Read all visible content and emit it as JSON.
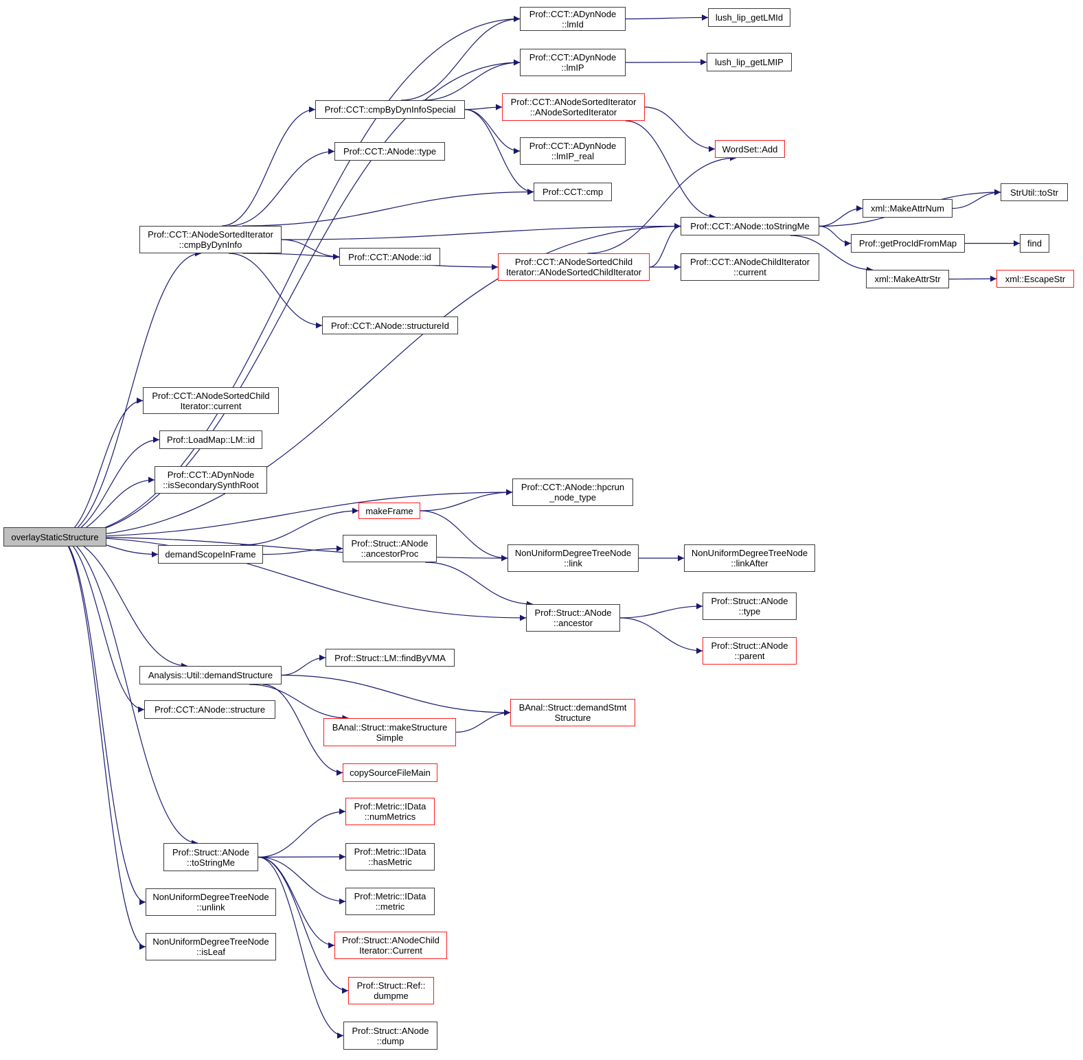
{
  "graph": {
    "title": "overlayStaticStructure",
    "edge_color": "#191970",
    "colors": {
      "normal_border": "#3b3b3b",
      "truncated_border": "#ff1a1a",
      "root_fill": "#bfbfbf"
    },
    "nodes": {
      "root": {
        "lines": [
          "overlayStaticStructure"
        ],
        "kind": "root"
      },
      "lmId": {
        "lines": [
          "Prof::CCT::ADynNode",
          "::lmId"
        ],
        "kind": "normal"
      },
      "lmIP": {
        "lines": [
          "Prof::CCT::ADynNode",
          "::lmIP"
        ],
        "kind": "normal"
      },
      "lushId": {
        "lines": [
          "lush_lip_getLMId"
        ],
        "kind": "normal"
      },
      "lushIP": {
        "lines": [
          "lush_lip_getLMIP"
        ],
        "kind": "normal"
      },
      "cmpSpecial": {
        "lines": [
          "Prof::CCT::cmpByDynInfoSpecial"
        ],
        "kind": "normal"
      },
      "asiCtor": {
        "lines": [
          "Prof::CCT::ANodeSortedIterator",
          "::ANodeSortedIterator"
        ],
        "kind": "truncated"
      },
      "wordAdd": {
        "lines": [
          "WordSet::Add"
        ],
        "kind": "truncated"
      },
      "anodeType": {
        "lines": [
          "Prof::CCT::ANode::type"
        ],
        "kind": "normal"
      },
      "lmIPreal": {
        "lines": [
          "Prof::CCT::ADynNode",
          "::lmIP_real"
        ],
        "kind": "normal"
      },
      "cmp": {
        "lines": [
          "Prof::CCT::cmp"
        ],
        "kind": "normal"
      },
      "cmpByDyn": {
        "lines": [
          "Prof::CCT::ANodeSortedIterator",
          "::cmpByDynInfo"
        ],
        "kind": "normal"
      },
      "toStringMe": {
        "lines": [
          "Prof::CCT::ANode::toStringMe"
        ],
        "kind": "normal"
      },
      "strToStr": {
        "lines": [
          "StrUtil::toStr"
        ],
        "kind": "normal"
      },
      "attrNum": {
        "lines": [
          "xml::MakeAttrNum"
        ],
        "kind": "normal"
      },
      "procMap": {
        "lines": [
          "Prof::getProcIdFromMap"
        ],
        "kind": "normal"
      },
      "find": {
        "lines": [
          "find"
        ],
        "kind": "normal"
      },
      "attrStr": {
        "lines": [
          "xml::MakeAttrStr"
        ],
        "kind": "normal"
      },
      "escStr": {
        "lines": [
          "xml::EscapeStr"
        ],
        "kind": "truncated"
      },
      "anodeId": {
        "lines": [
          "Prof::CCT::ANode::id"
        ],
        "kind": "normal"
      },
      "ascCtor": {
        "lines": [
          "Prof::CCT::ANodeSortedChild",
          "Iterator::ANodeSortedChildIterator"
        ],
        "kind": "truncated"
      },
      "aciCurrent": {
        "lines": [
          "Prof::CCT::ANodeChildIterator",
          "::current"
        ],
        "kind": "normal"
      },
      "structId": {
        "lines": [
          "Prof::CCT::ANode::structureId"
        ],
        "kind": "normal"
      },
      "ascCurrent": {
        "lines": [
          "Prof::CCT::ANodeSortedChild",
          "Iterator::current"
        ],
        "kind": "normal"
      },
      "lmIdLoad": {
        "lines": [
          "Prof::LoadMap::LM::id"
        ],
        "kind": "normal"
      },
      "secSynth": {
        "lines": [
          "Prof::CCT::ADynNode",
          "::isSecondarySynthRoot"
        ],
        "kind": "normal"
      },
      "hpcrun": {
        "lines": [
          "Prof::CCT::ANode::hpcrun",
          "_node_type"
        ],
        "kind": "normal"
      },
      "makeFrame": {
        "lines": [
          "makeFrame"
        ],
        "kind": "truncated"
      },
      "demandScope": {
        "lines": [
          "demandScopeInFrame"
        ],
        "kind": "normal"
      },
      "ancProc": {
        "lines": [
          "Prof::Struct::ANode",
          "::ancestorProc"
        ],
        "kind": "normal"
      },
      "link": {
        "lines": [
          "NonUniformDegreeTreeNode",
          "::link"
        ],
        "kind": "normal"
      },
      "linkAfter": {
        "lines": [
          "NonUniformDegreeTreeNode",
          "::linkAfter"
        ],
        "kind": "normal"
      },
      "ancestor": {
        "lines": [
          "Prof::Struct::ANode",
          "::ancestor"
        ],
        "kind": "normal"
      },
      "sType": {
        "lines": [
          "Prof::Struct::ANode",
          "::type"
        ],
        "kind": "normal"
      },
      "sParent": {
        "lines": [
          "Prof::Struct::ANode",
          "::parent"
        ],
        "kind": "truncated"
      },
      "demandStruct": {
        "lines": [
          "Analysis::Util::demandStructure"
        ],
        "kind": "normal"
      },
      "findVMA": {
        "lines": [
          "Prof::Struct::LM::findByVMA"
        ],
        "kind": "normal"
      },
      "demandStmt": {
        "lines": [
          "BAnal::Struct::demandStmt",
          "Structure"
        ],
        "kind": "truncated"
      },
      "anodeStruct": {
        "lines": [
          "Prof::CCT::ANode::structure"
        ],
        "kind": "normal"
      },
      "makeSimple": {
        "lines": [
          "BAnal::Struct::makeStructure",
          "Simple"
        ],
        "kind": "truncated"
      },
      "copySrc": {
        "lines": [
          "copySourceFileMain"
        ],
        "kind": "truncated"
      },
      "sToStringMe": {
        "lines": [
          "Prof::Struct::ANode",
          "::toStringMe"
        ],
        "kind": "normal"
      },
      "numMetrics": {
        "lines": [
          "Prof::Metric::IData",
          "::numMetrics"
        ],
        "kind": "truncated"
      },
      "hasMetric": {
        "lines": [
          "Prof::Metric::IData",
          "::hasMetric"
        ],
        "kind": "normal"
      },
      "metric": {
        "lines": [
          "Prof::Metric::IData",
          "::metric"
        ],
        "kind": "normal"
      },
      "sCurrent": {
        "lines": [
          "Prof::Struct::ANodeChild",
          "Iterator::Current"
        ],
        "kind": "truncated"
      },
      "dumpme": {
        "lines": [
          "Prof::Struct::Ref::",
          "dumpme"
        ],
        "kind": "truncated"
      },
      "dump": {
        "lines": [
          "Prof::Struct::ANode",
          "::dump"
        ],
        "kind": "normal"
      },
      "unlink": {
        "lines": [
          "NonUniformDegreeTreeNode",
          "::unlink"
        ],
        "kind": "normal"
      },
      "isLeaf": {
        "lines": [
          "NonUniformDegreeTreeNode",
          "::isLeaf"
        ],
        "kind": "normal"
      }
    },
    "edges": [
      [
        "root",
        "lmId"
      ],
      [
        "root",
        "lmIP"
      ],
      [
        "root",
        "cmpByDyn"
      ],
      [
        "root",
        "toStringMe"
      ],
      [
        "root",
        "ascCurrent"
      ],
      [
        "root",
        "lmIdLoad"
      ],
      [
        "root",
        "secSynth"
      ],
      [
        "root",
        "hpcrun"
      ],
      [
        "root",
        "demandScope"
      ],
      [
        "root",
        "link"
      ],
      [
        "root",
        "ancestor"
      ],
      [
        "root",
        "demandStruct"
      ],
      [
        "root",
        "anodeStruct"
      ],
      [
        "root",
        "sToStringMe"
      ],
      [
        "root",
        "unlink"
      ],
      [
        "root",
        "isLeaf"
      ],
      [
        "lmId",
        "lushId"
      ],
      [
        "lmIP",
        "lushIP"
      ],
      [
        "cmpSpecial",
        "lmId"
      ],
      [
        "cmpSpecial",
        "lmIP"
      ],
      [
        "cmpSpecial",
        "asiCtor"
      ],
      [
        "cmpSpecial",
        "lmIPreal"
      ],
      [
        "cmpSpecial",
        "cmp"
      ],
      [
        "asiCtor",
        "wordAdd"
      ],
      [
        "asiCtor",
        "toStringMe"
      ],
      [
        "cmpByDyn",
        "cmpSpecial"
      ],
      [
        "cmpByDyn",
        "anodeType"
      ],
      [
        "cmpByDyn",
        "cmp"
      ],
      [
        "cmpByDyn",
        "toStringMe"
      ],
      [
        "cmpByDyn",
        "anodeId"
      ],
      [
        "cmpByDyn",
        "ascCtor"
      ],
      [
        "cmpByDyn",
        "structId"
      ],
      [
        "ascCtor",
        "wordAdd"
      ],
      [
        "ascCtor",
        "toStringMe"
      ],
      [
        "ascCtor",
        "aciCurrent"
      ],
      [
        "toStringMe",
        "strToStr"
      ],
      [
        "toStringMe",
        "attrNum"
      ],
      [
        "toStringMe",
        "procMap"
      ],
      [
        "toStringMe",
        "attrStr"
      ],
      [
        "attrNum",
        "strToStr"
      ],
      [
        "procMap",
        "find"
      ],
      [
        "attrStr",
        "escStr"
      ],
      [
        "demandScope",
        "makeFrame"
      ],
      [
        "demandScope",
        "ancProc"
      ],
      [
        "makeFrame",
        "hpcrun"
      ],
      [
        "makeFrame",
        "link"
      ],
      [
        "ancProc",
        "ancestor"
      ],
      [
        "link",
        "linkAfter"
      ],
      [
        "ancestor",
        "sType"
      ],
      [
        "ancestor",
        "sParent"
      ],
      [
        "demandStruct",
        "findVMA"
      ],
      [
        "demandStruct",
        "demandStmt"
      ],
      [
        "demandStruct",
        "makeSimple"
      ],
      [
        "demandStruct",
        "copySrc"
      ],
      [
        "makeSimple",
        "demandStmt"
      ],
      [
        "sToStringMe",
        "numMetrics"
      ],
      [
        "sToStringMe",
        "hasMetric"
      ],
      [
        "sToStringMe",
        "metric"
      ],
      [
        "sToStringMe",
        "sCurrent"
      ],
      [
        "sToStringMe",
        "dumpme"
      ],
      [
        "sToStringMe",
        "dump"
      ]
    ]
  }
}
